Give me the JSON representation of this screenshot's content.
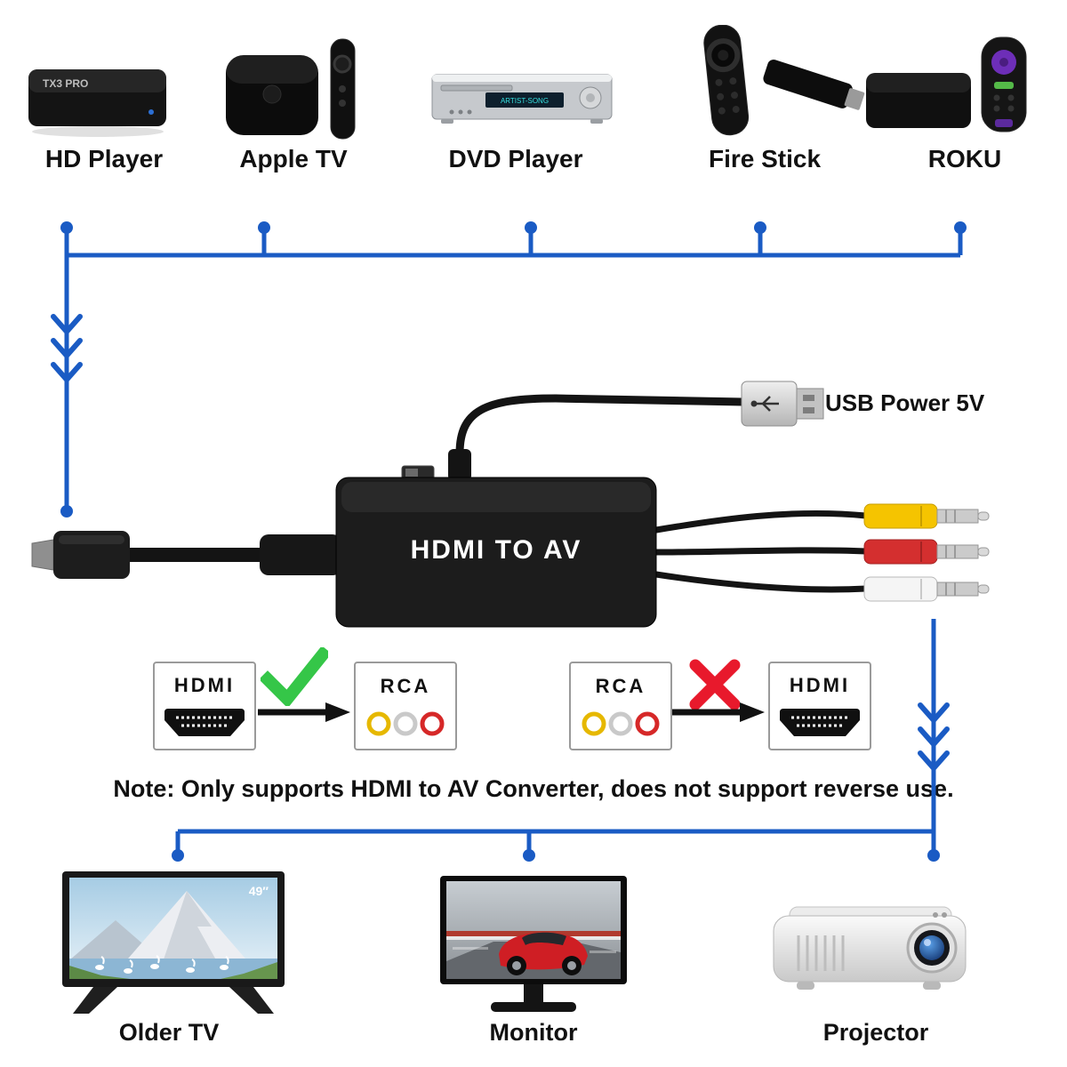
{
  "top_devices": [
    {
      "label": "HD Player",
      "badge": "TX3 PRO"
    },
    {
      "label": "Apple TV"
    },
    {
      "label": "DVD Player",
      "display_text": "ARTIST-SONG"
    },
    {
      "label": "Fire Stick"
    },
    {
      "label": "ROKU"
    }
  ],
  "converter": {
    "label": "HDMI TO AV"
  },
  "usb": {
    "label": "USB Power 5V"
  },
  "comparison": {
    "supported": {
      "from": "HDMI",
      "to": "RCA"
    },
    "unsupported": {
      "from": "RCA",
      "to": "HDMI"
    }
  },
  "icons": {
    "check": "✓",
    "cross": "✗"
  },
  "note": "Note: Only supports HDMI to AV Converter, does not support reverse use.",
  "bottom_devices": [
    {
      "label": "Older TV",
      "screen_badge": "49″"
    },
    {
      "label": "Monitor"
    },
    {
      "label": "Projector"
    }
  ],
  "colors": {
    "connector_blue": "#1a5bc4",
    "check_green": "#35c648",
    "cross_red": "#e8192c",
    "rca_yellow": "#f5c400",
    "rca_red": "#d42f2f",
    "rca_white": "#f5f5f5",
    "converter_black": "#1c1c1c"
  }
}
